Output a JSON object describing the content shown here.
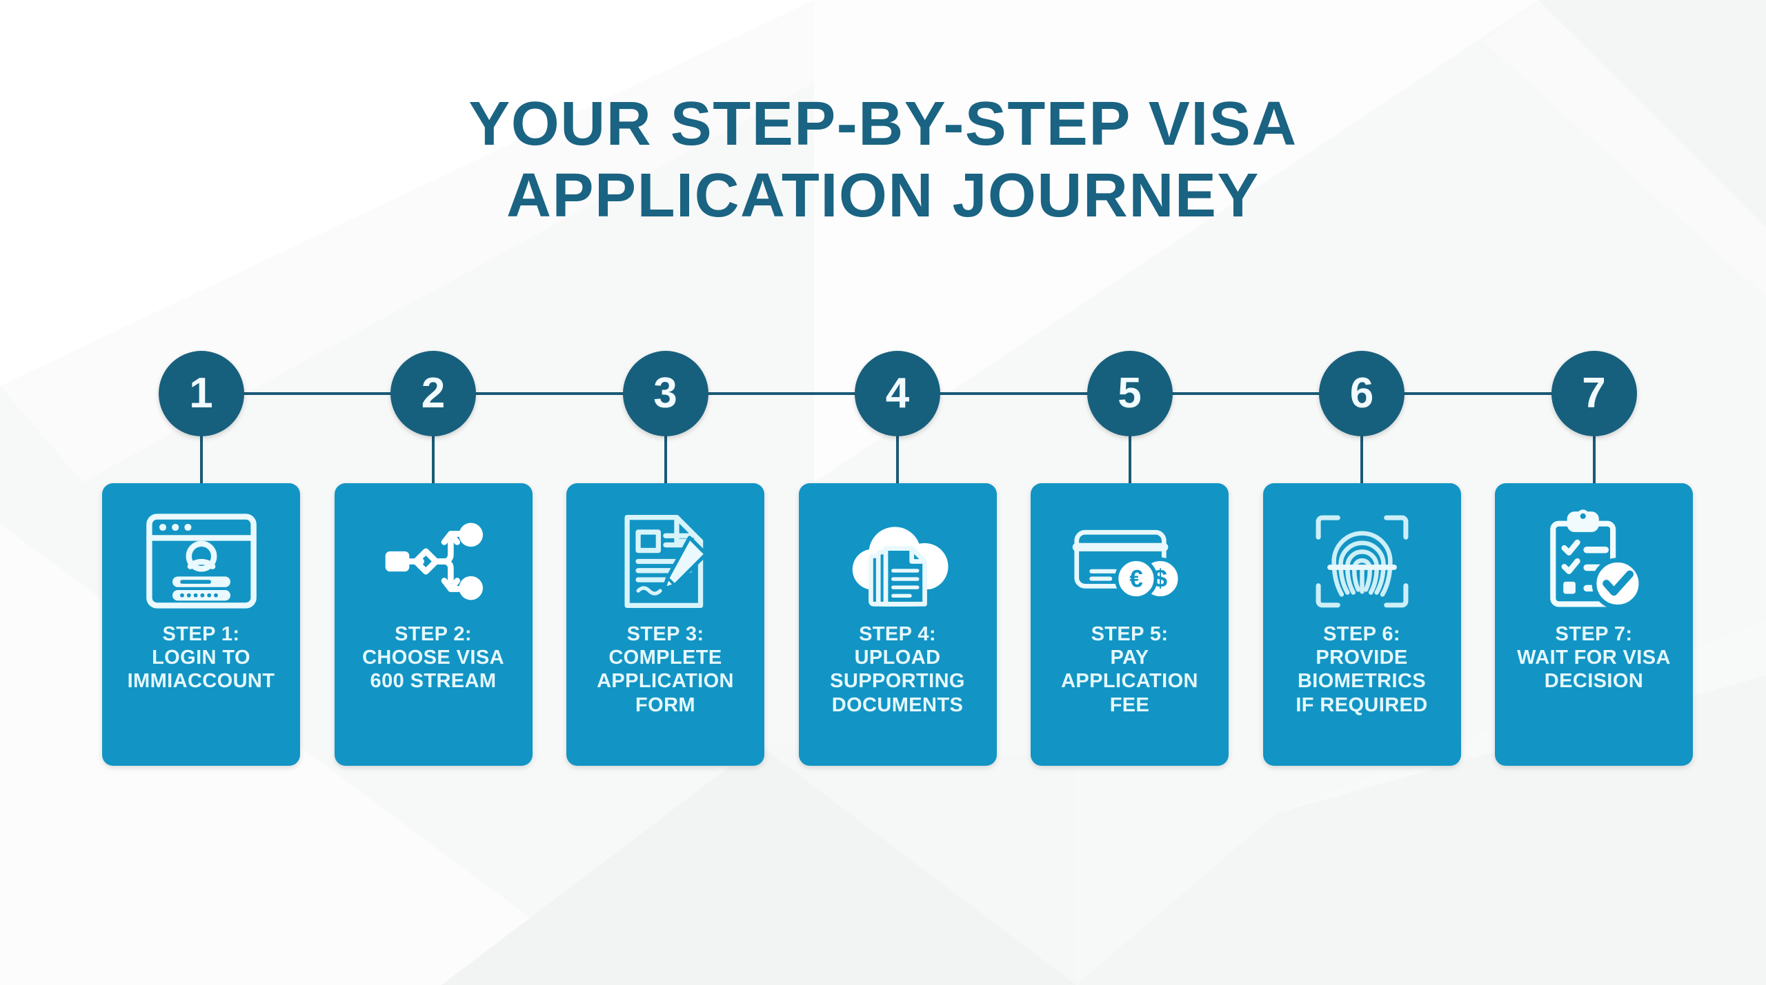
{
  "page": {
    "title_line1": "YOUR STEP-BY-STEP VISA",
    "title_line2": "APPLICATION JOURNEY",
    "background_color": "#f7f8f8",
    "accent_dark": "#17607d",
    "accent_card": "#1295c4",
    "title_color": "#1a6382",
    "card_text_color": "#e6f8fd",
    "connector_color": "#1a5a76"
  },
  "steps": [
    {
      "number": "1",
      "label": "STEP 1:\nLOGIN TO\nIMMIACCOUNT",
      "icon": "login-browser-window-icon"
    },
    {
      "number": "2",
      "label": "STEP 2:\nCHOOSE VISA\n600 STREAM",
      "icon": "branching-flowchart-icon"
    },
    {
      "number": "3",
      "label": "STEP 3:\nCOMPLETE\nAPPLICATION\nFORM",
      "icon": "document-with-pencil-icon"
    },
    {
      "number": "4",
      "label": "STEP 4:\nUPLOAD\nSUPPORTING\nDOCUMENTS",
      "icon": "cloud-upload-documents-icon"
    },
    {
      "number": "5",
      "label": "STEP 5:\nPAY\nAPPLICATION\nFEE",
      "icon": "credit-card-coins-icon"
    },
    {
      "number": "6",
      "label": "STEP 6:\nPROVIDE\nBIOMETRICS\nIF REQUIRED",
      "icon": "fingerprint-scanner-icon"
    },
    {
      "number": "7",
      "label": "STEP 7:\nWAIT FOR VISA\nDECISION",
      "icon": "clipboard-checklist-approved-icon"
    }
  ]
}
